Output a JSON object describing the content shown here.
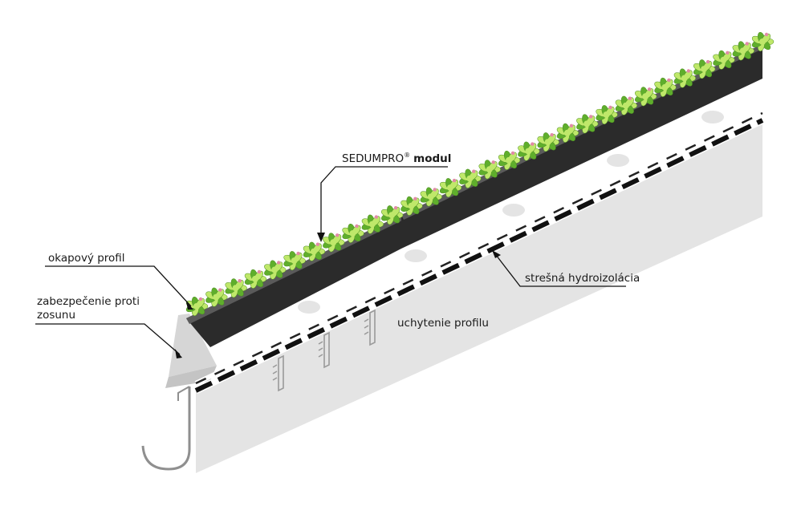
{
  "labels": {
    "module_brand": "SEDUMPRO",
    "module_reg": "®",
    "module_word": "modul",
    "eave_profile": "okapový profil",
    "slip_guard_line1": "zabezpečenie proti",
    "slip_guard_line2": "zosunu",
    "waterproofing": "strešná hydroizolácia",
    "profile_mount": "uchytenie profilu"
  },
  "colors": {
    "roof": "#e4e4e4",
    "tray": "#2b2b2b",
    "plant_light": "#bfe86a",
    "plant_dark": "#5fae2c",
    "plant_tip": "#e28aa7",
    "profile": "#d2d2d2",
    "gutter": "#8f8f8f"
  }
}
